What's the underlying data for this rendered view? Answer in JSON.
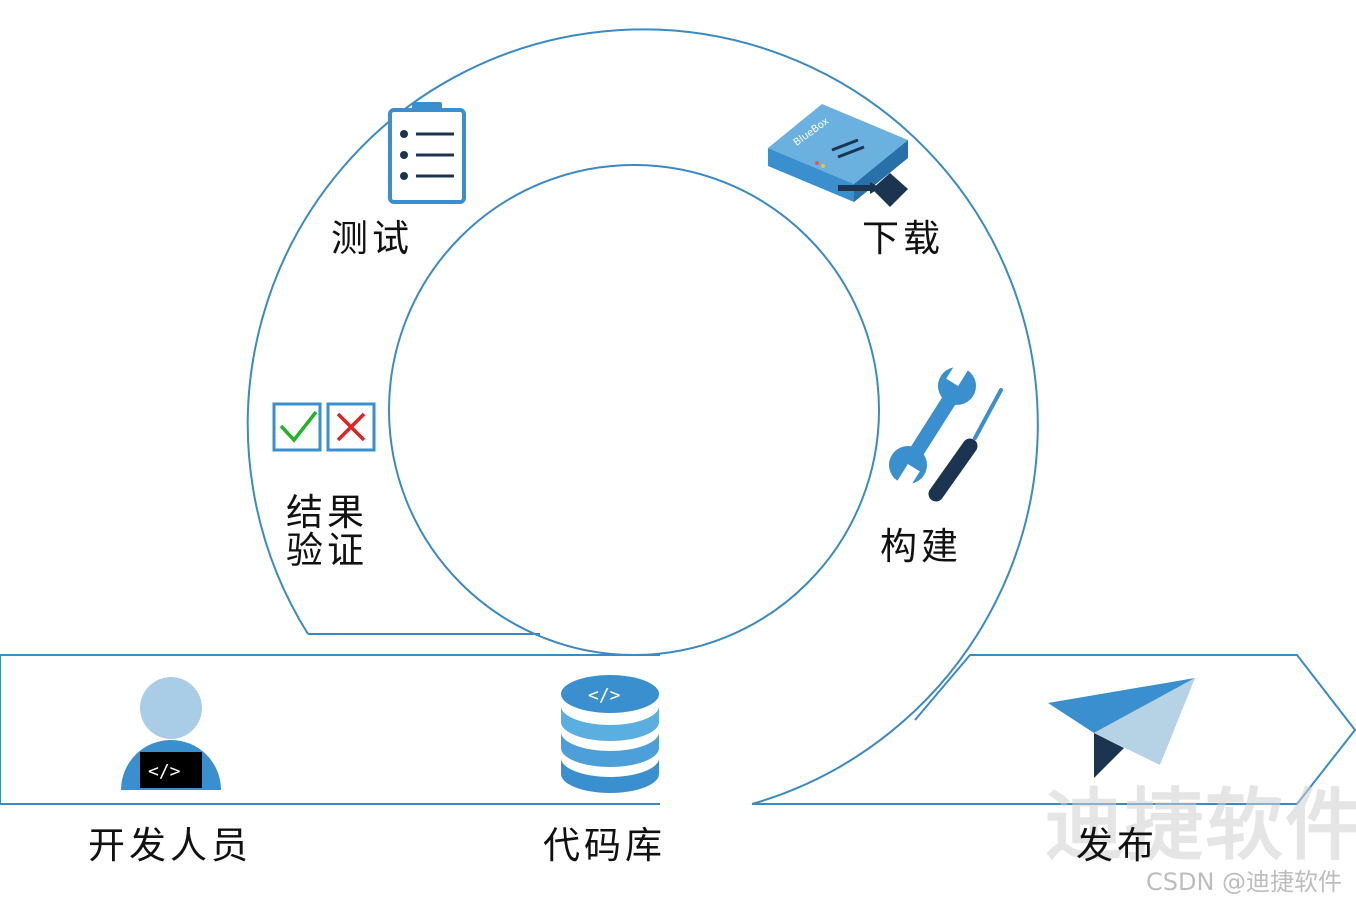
{
  "stages": {
    "test": "测试",
    "download": "下载",
    "verify_line1": "结果",
    "verify_line2": "验证",
    "build": "构建",
    "developer": "开发人员",
    "repository": "代码库",
    "release": "发布"
  },
  "icons": {
    "clipboard": "clipboard-list-icon",
    "device": "bluebox-device-icon",
    "device_label": "BlueBox",
    "check": "checkmark-icon",
    "cross": "cross-icon",
    "tools": "wrench-screwdriver-icon",
    "developer": "developer-avatar-icon",
    "developer_code": "</>",
    "database": "code-database-icon",
    "database_code": "</>",
    "plane": "paper-plane-icon"
  },
  "watermark": {
    "big": "迪捷软件",
    "small": "CSDN @迪捷软件"
  },
  "colors": {
    "line": "#3a8ac4",
    "primary_blue": "#3a8fcf",
    "light_blue": "#a9cde6",
    "navy": "#1b3550",
    "check_green": "#22b327",
    "cross_red": "#e02424"
  }
}
